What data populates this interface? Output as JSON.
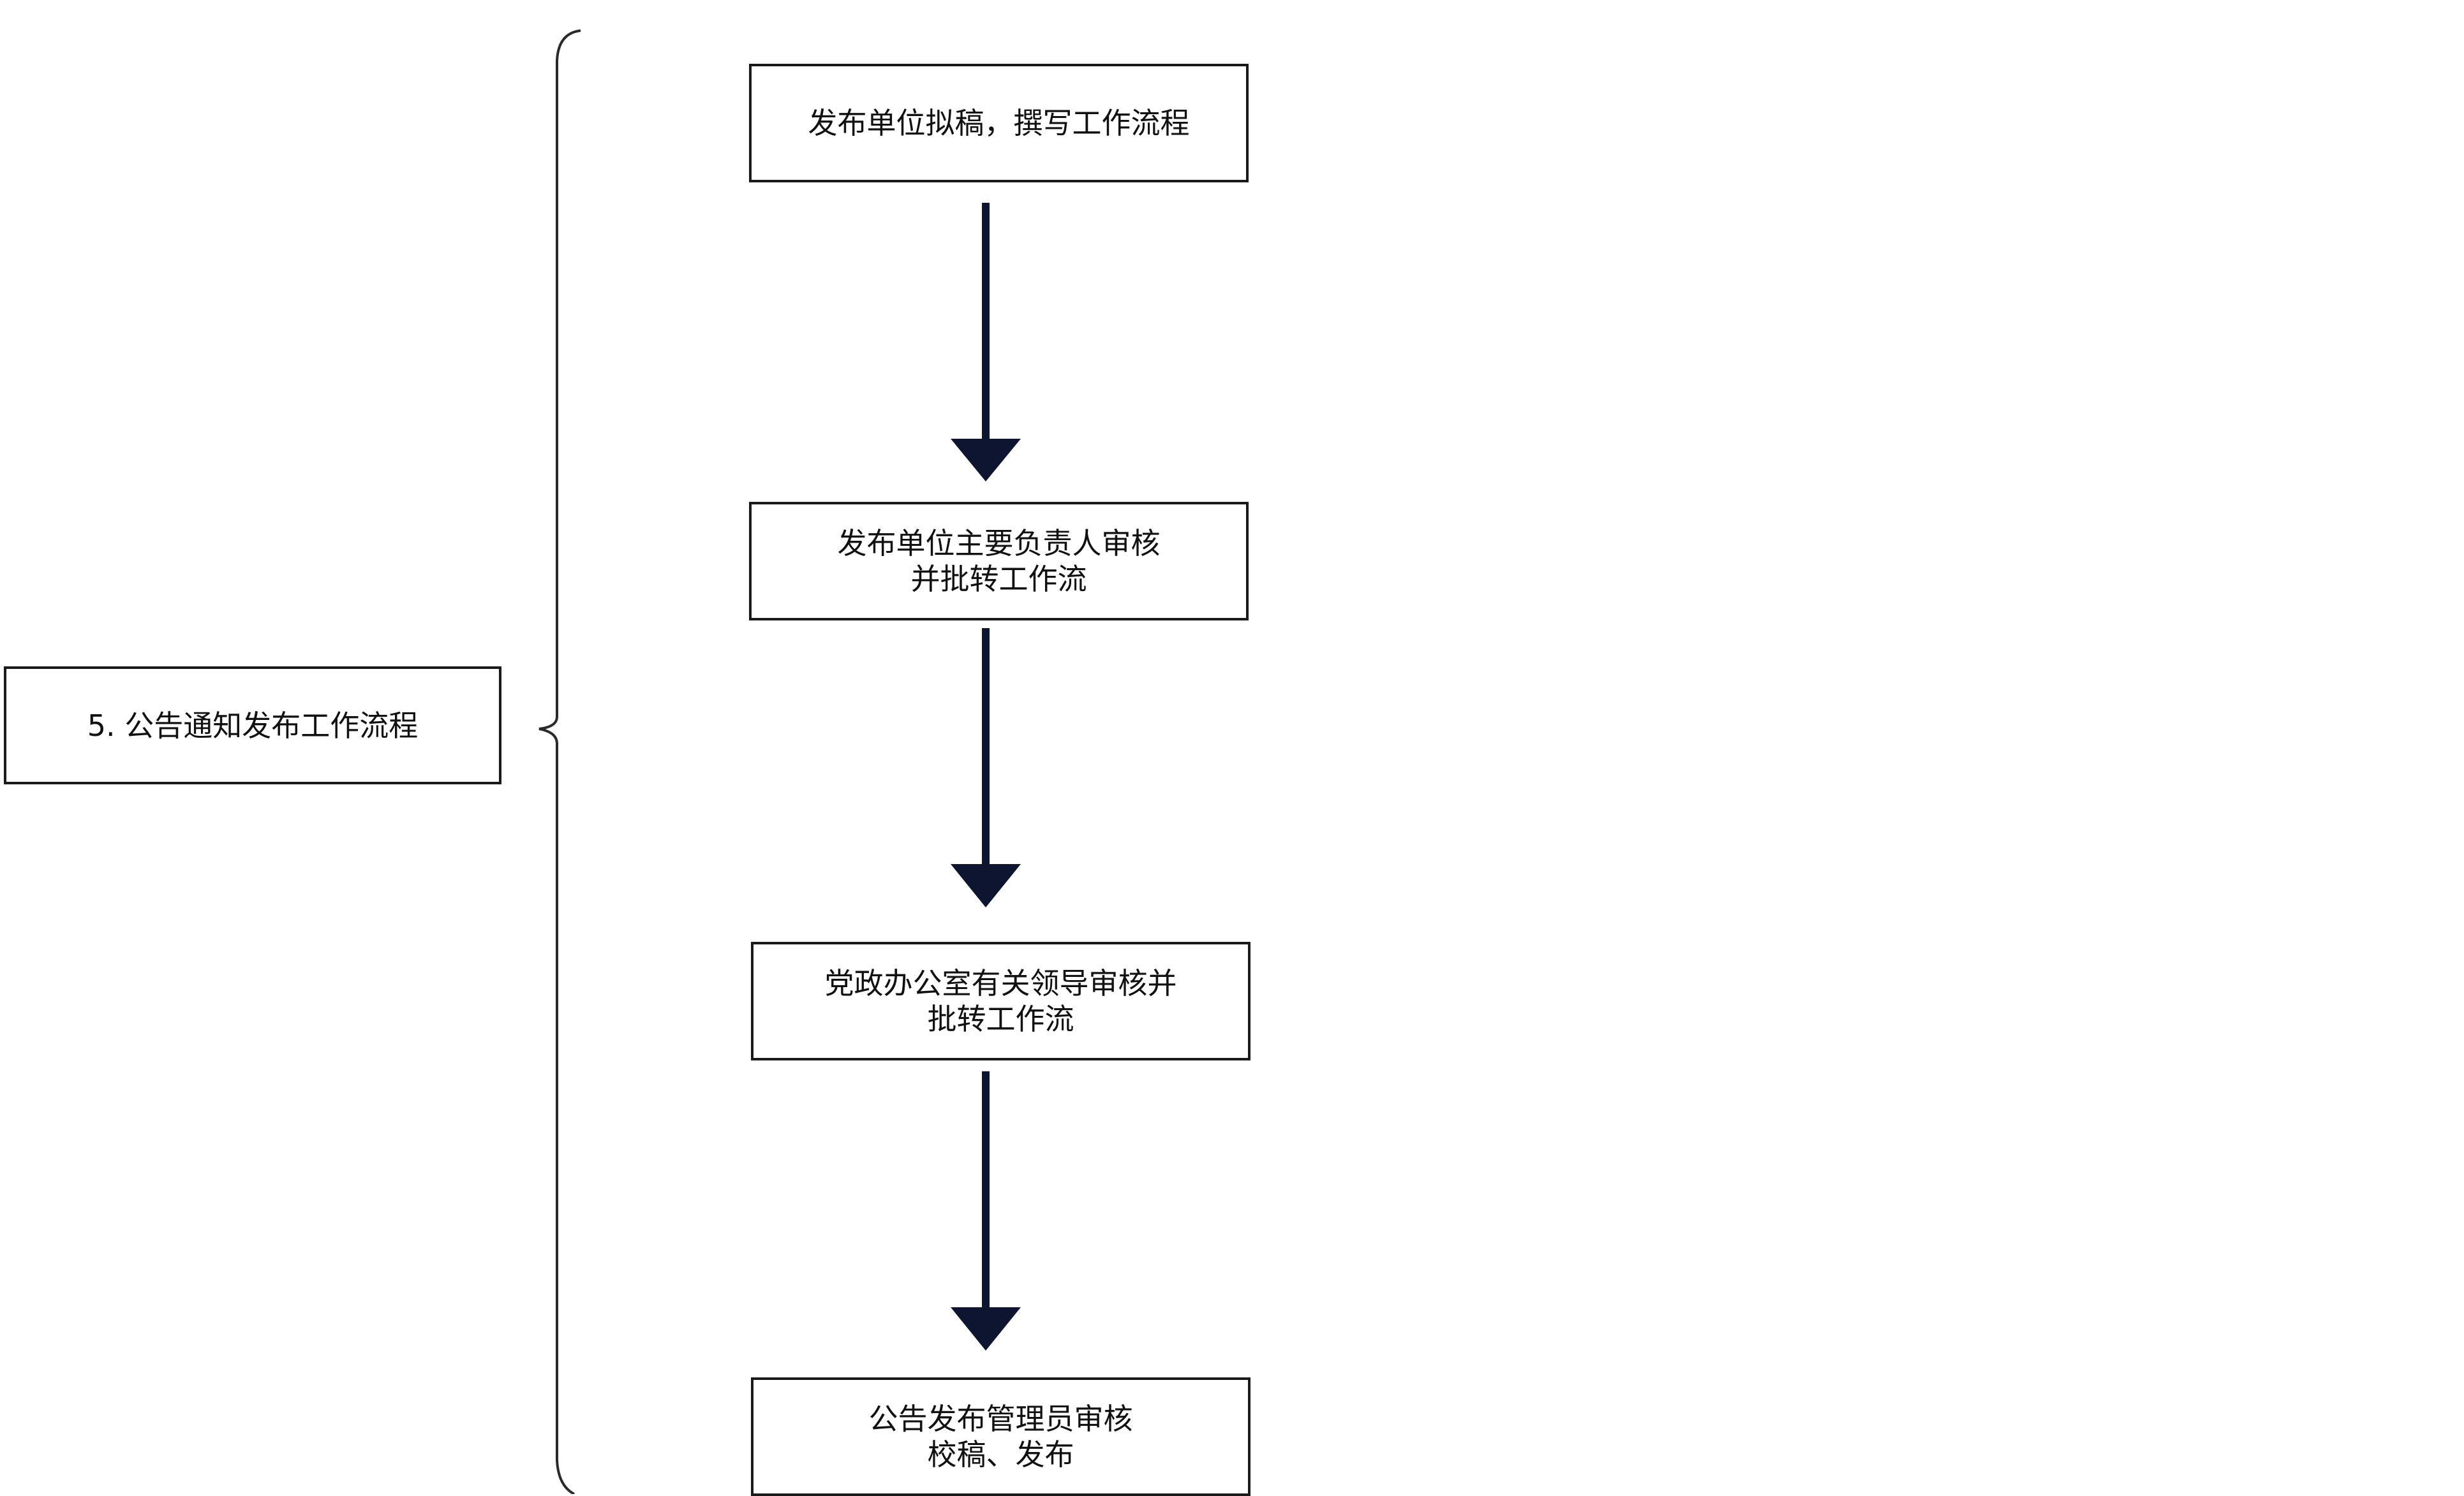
{
  "title": "5. 公告通知发布工作流程",
  "steps": [
    "发布单位拟稿，撰写工作流程",
    "发布单位主要负责人审核\n并批转工作流",
    "党政办公室有关领导审核并\n批转工作流",
    "公告发布管理员审核\n校稿、发布"
  ],
  "colors": {
    "arrow": "#0d1530",
    "border": "#1a1a1a",
    "bracket": "#2a2a2a"
  }
}
